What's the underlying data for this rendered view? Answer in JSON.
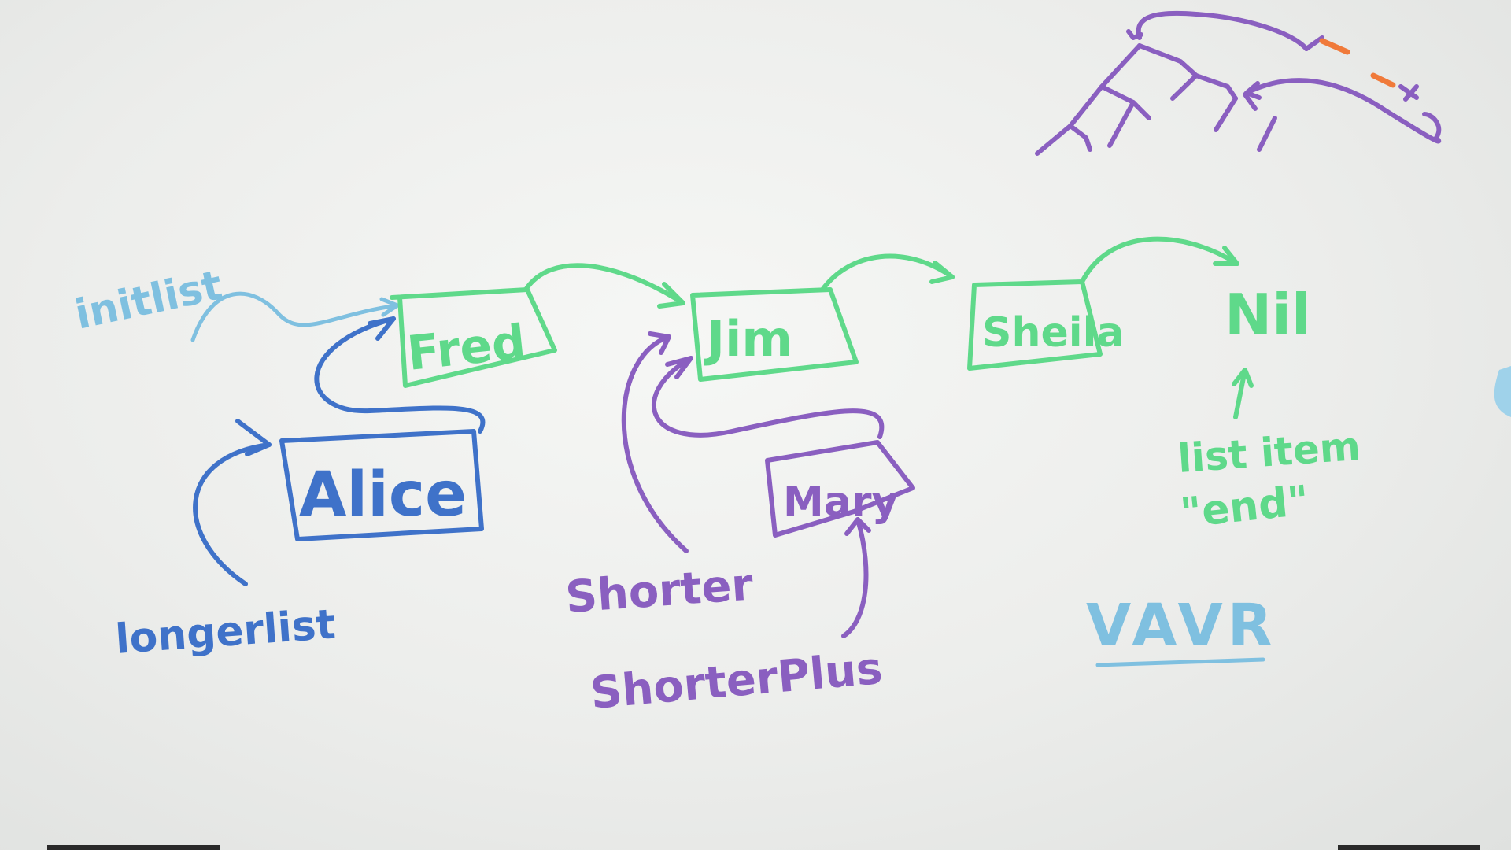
{
  "nodes": {
    "fred": "Fred",
    "jim": "Jim",
    "sheila": "Sheila",
    "nil": "Nil",
    "alice": "Alice",
    "mary": "Mary"
  },
  "labels": {
    "init_list": "initlist",
    "longer_list": "longerlist",
    "shorter": "Shorter",
    "shorter_plus": "ShorterPlus",
    "list_item": "list item",
    "end": "\"end\"",
    "vavr": "VAVR"
  },
  "colors": {
    "green": "#5fd98a",
    "purple": "#8a5fc0",
    "blue": "#3f72c9",
    "light_blue": "#7fc0e0",
    "orange": "#f07a3a"
  }
}
